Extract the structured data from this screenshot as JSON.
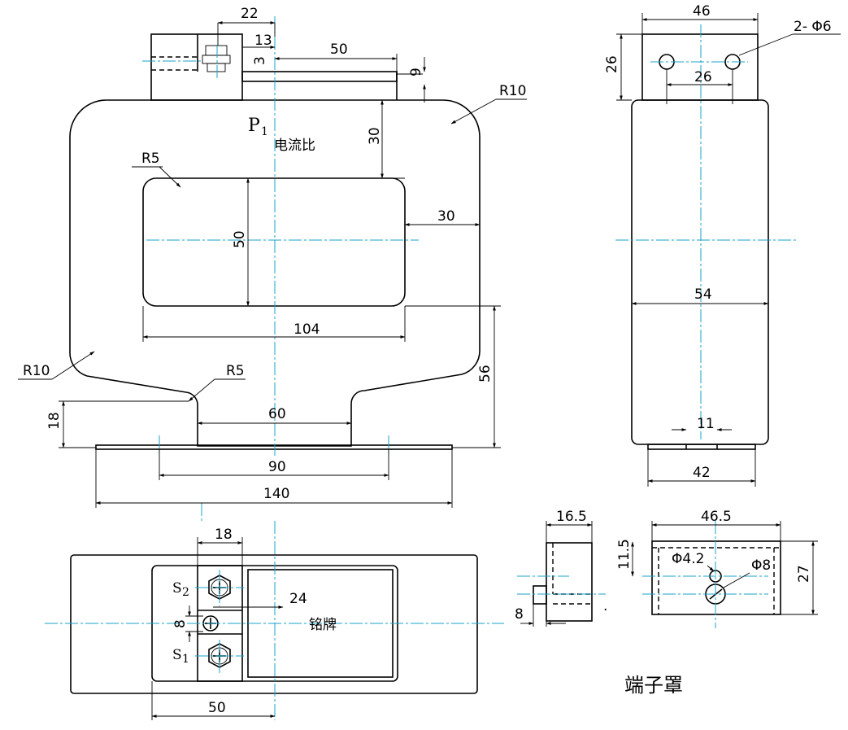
{
  "front_view": {
    "dims": {
      "d22": "22",
      "d13": "13",
      "d3": "3",
      "d50_top": "50",
      "d9": "9",
      "r10_top": "R10",
      "d30_v": "30",
      "r5_win": "R5",
      "d30_h": "30",
      "d50_v": "50",
      "d104": "104",
      "r10_left": "R10",
      "r5_foot": "R5",
      "d56": "56",
      "d18": "18",
      "d60": "60",
      "d90": "90",
      "d140": "140"
    },
    "terminal_p1": "P",
    "terminal_p1_sub": "1",
    "ratio_label": "电流比"
  },
  "side_view": {
    "dims": {
      "d46": "46",
      "d26_v": "26",
      "hole": "2- Φ6",
      "d26_h": "26",
      "d54": "54",
      "d11": "11",
      "d42": "42"
    }
  },
  "bottom_view": {
    "dims": {
      "d18": "18",
      "d24": "24",
      "d8": "8",
      "d50": "50"
    },
    "s2": "S",
    "s2_sub": "2",
    "s1": "S",
    "s1_sub": "1",
    "nameplate": "铭牌"
  },
  "terminal_cover": {
    "dims": {
      "d16_5": "16.5",
      "d11_5": "11.5",
      "d8": "8",
      "d46_5": "46.5",
      "phi4_2": "Φ4.2",
      "phi8": "Φ8",
      "d27": "27"
    },
    "caption": "端子罩"
  }
}
